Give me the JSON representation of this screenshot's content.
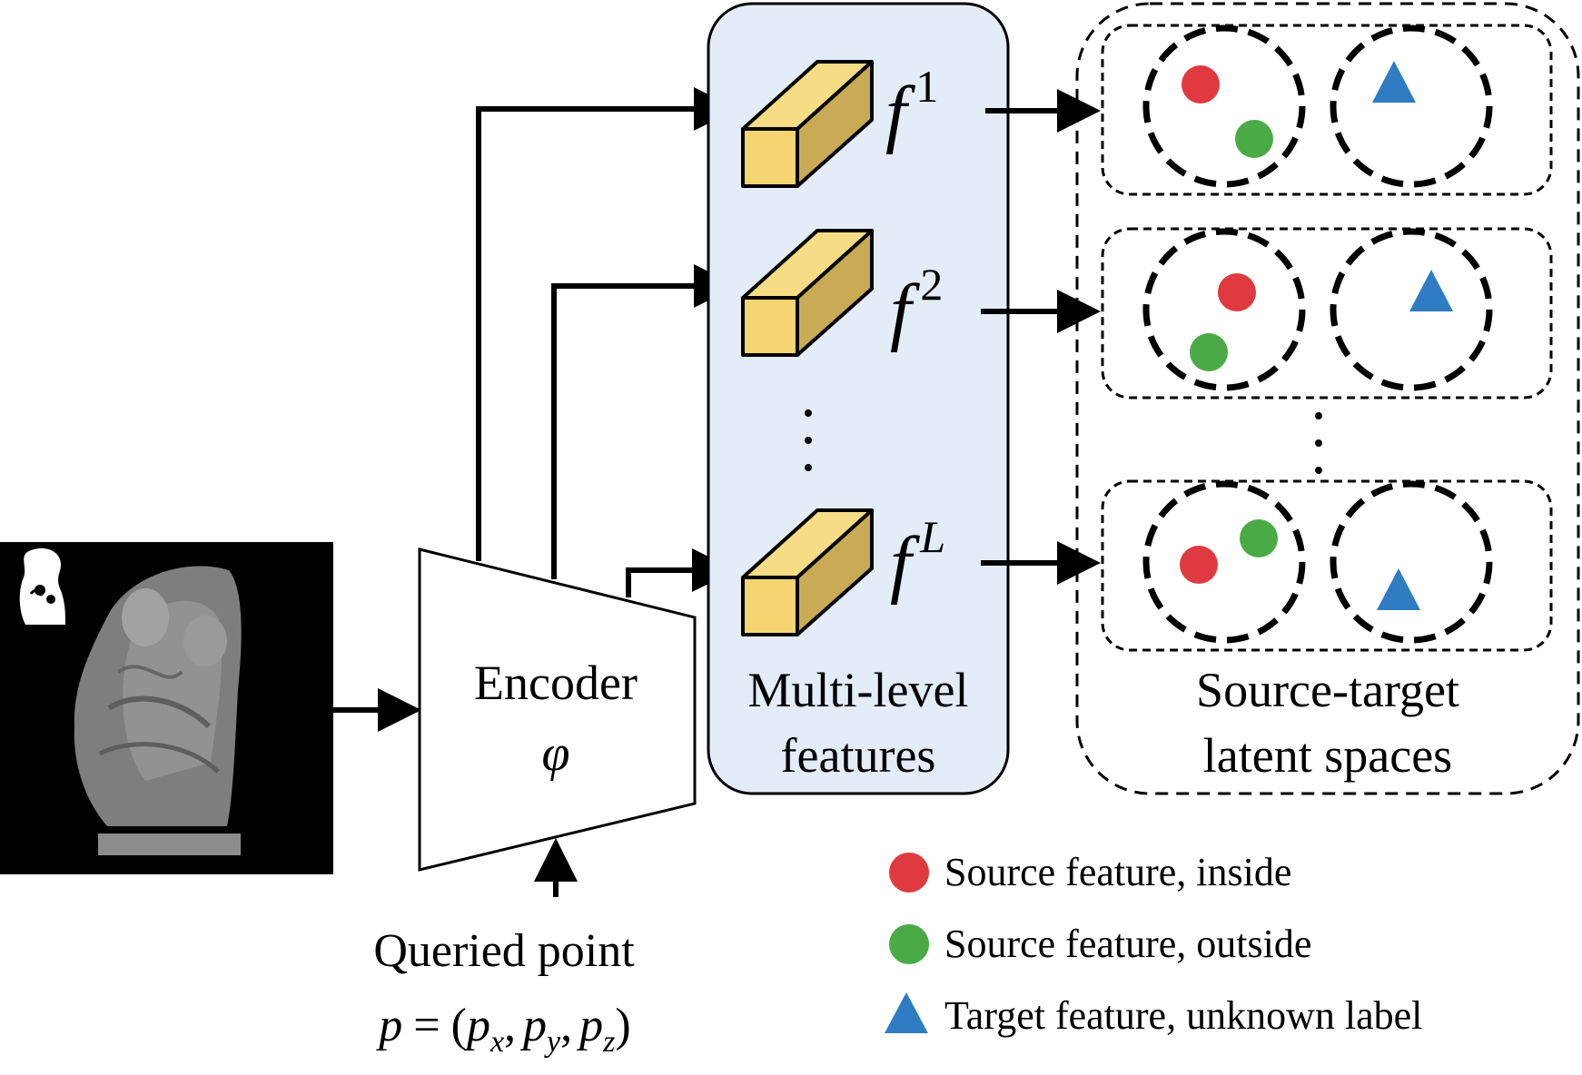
{
  "encoder": {
    "title": "Encoder",
    "symbol": "φ"
  },
  "query": {
    "label": "Queried point",
    "formula": "p = (px, py, pz)",
    "p": "p",
    "equals": "=",
    "open": "(",
    "comma": ",",
    "close": ")",
    "sub_x": "x",
    "sub_y": "y",
    "sub_z": "z"
  },
  "features": {
    "caption_line1": "Multi-level",
    "caption_line2": "features",
    "f_symbol": "f",
    "levels": [
      "1",
      "2",
      "L"
    ],
    "ellipsis": "⋮"
  },
  "latent": {
    "caption_line1": "Source-target",
    "caption_line2": "latent spaces"
  },
  "legend": [
    {
      "label": "Source feature, inside",
      "color": "#de3a3f",
      "shape": "circle"
    },
    {
      "label": "Source feature, outside",
      "color": "#4aab46",
      "shape": "circle"
    },
    {
      "label": "Target feature, unknown label",
      "color": "#2f7cc3",
      "shape": "triangle"
    }
  ],
  "colors": {
    "panel_fill": "#e4ecf8",
    "cube_front": "#f4d572",
    "cube_top": "#f6dd85",
    "cube_side": "#c9ab55",
    "red": "#de3a3f",
    "green": "#4aab46",
    "blue": "#2f7cc3"
  }
}
